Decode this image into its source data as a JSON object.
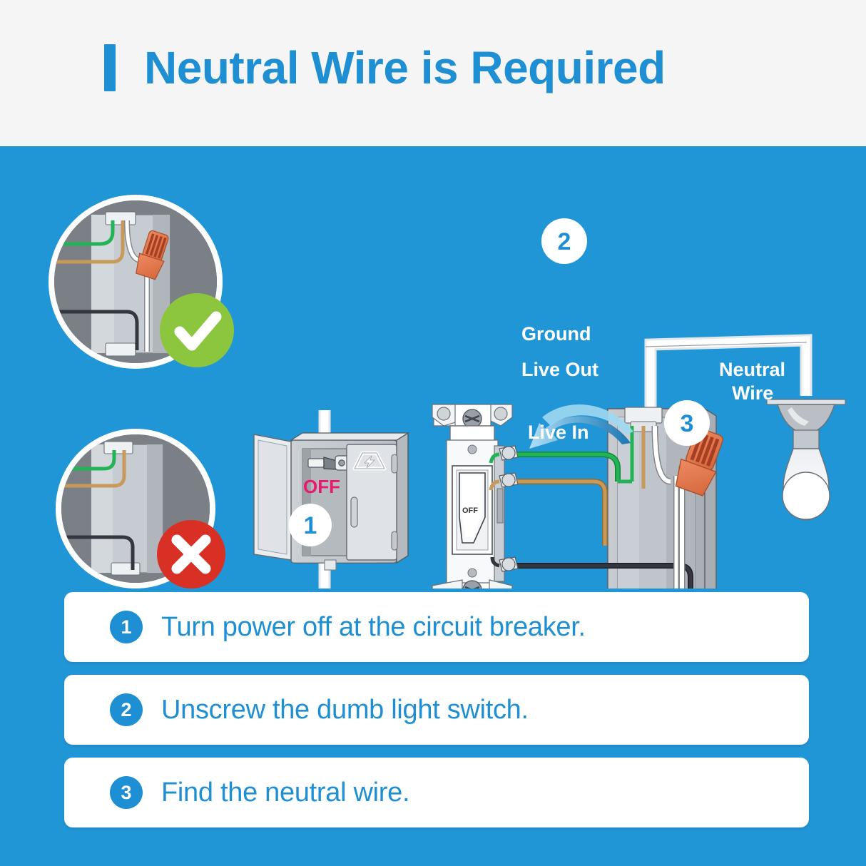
{
  "header": {
    "bar_icon": "vertical-bar-icon",
    "title": "Neutral Wire is Required"
  },
  "colors": {
    "accent_blue": "#1f8fd4",
    "panel_blue": "#2196d6",
    "header_bg": "#f5f5f6",
    "card_bg": "#ffffff",
    "check_green": "#8cc63f",
    "cross_red": "#d93025",
    "off_magenta": "#e8196e",
    "wire_ground": "#1faa4b",
    "wire_live_out": "#c59a58",
    "wire_live_in": "#2b2b33",
    "wire_neutral": "#ffffff",
    "wire_nut_orange": "#e2734a"
  },
  "diagram": {
    "inset_good": {
      "name": "correct-wiring-closeup",
      "badge": "check-icon",
      "badge_meaning": "correct"
    },
    "inset_bad": {
      "name": "incorrect-wiring-closeup",
      "badge": "cross-icon",
      "badge_meaning": "incorrect"
    },
    "breaker_box": {
      "name": "circuit-breaker-box",
      "switch_label": "OFF",
      "hazard_icon": "lightning-bolt-icon",
      "step_badge": "1"
    },
    "light_switch": {
      "name": "dumb-light-switch",
      "toggle_label": "OFF",
      "step_badge": "2",
      "pull_arrow_icon": "curved-arrow-icon"
    },
    "junction_box": {
      "name": "switch-junction-box",
      "step_badge": "3",
      "wire_nut_icon": "wire-nut-icon"
    },
    "light_fixture": {
      "name": "ceiling-light-bulb",
      "icon": "light-bulb-icon"
    },
    "wire_labels": [
      {
        "text": "Ground",
        "color": "#1faa4b"
      },
      {
        "text": "Live Out",
        "color": "#c59a58"
      },
      {
        "text": "Live In",
        "color": "#2b2b33"
      },
      {
        "text": "Neutral\nWire",
        "line1": "Neutral",
        "line2": "Wire",
        "color": "#ffffff"
      }
    ]
  },
  "steps": [
    {
      "number": "1",
      "text": "Turn power off at the circuit breaker."
    },
    {
      "number": "2",
      "text": "Unscrew the dumb light switch."
    },
    {
      "number": "3",
      "text": "Find the neutral wire."
    }
  ]
}
